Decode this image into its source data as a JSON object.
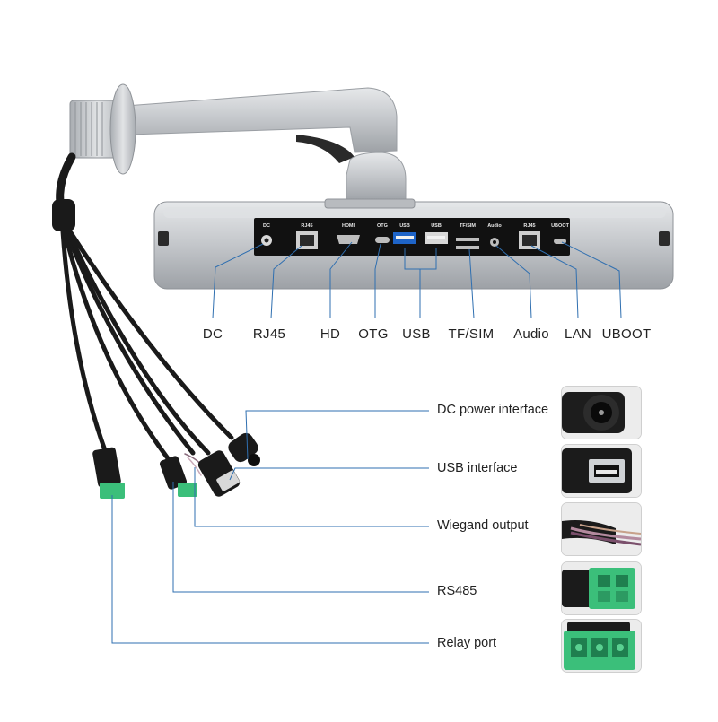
{
  "colors": {
    "leader_line": "#2f6fb0",
    "aluminum": "#c6c9cd",
    "panel": "#111111",
    "cable": "#1a1a1a",
    "terminal_green": "#3bbf7a"
  },
  "panel_ports": [
    {
      "id": "dc",
      "silk": "DC",
      "label": "DC"
    },
    {
      "id": "rj45",
      "silk": "RJ45",
      "label": "RJ45"
    },
    {
      "id": "hd",
      "silk": "HDMI",
      "label": "HD"
    },
    {
      "id": "otg",
      "silk": "OTG",
      "label": "OTG"
    },
    {
      "id": "usb",
      "silk": "USB",
      "label": "USB"
    },
    {
      "id": "tfsim",
      "silk": "TF/SIM",
      "label": "TF/SIM"
    },
    {
      "id": "audio",
      "silk": "Audio",
      "label": "Audio"
    },
    {
      "id": "lan",
      "silk": "RJ45",
      "label": "LAN"
    },
    {
      "id": "uboot",
      "silk": "UBOOT",
      "label": "UBOOT"
    }
  ],
  "usb_silk_second": "USB",
  "cable_connectors": [
    {
      "id": "dc-power",
      "label": "DC power interface",
      "icon": "dc-barrel-jack-icon"
    },
    {
      "id": "usb-interface",
      "label": "USB interface",
      "icon": "usb-a-port-icon"
    },
    {
      "id": "wiegand",
      "label": "Wiegand output",
      "icon": "wiegand-wires-icon"
    },
    {
      "id": "rs485",
      "label": "RS485",
      "icon": "two-pin-terminal-icon"
    },
    {
      "id": "relay",
      "label": "Relay port",
      "icon": "three-pin-terminal-icon"
    }
  ]
}
